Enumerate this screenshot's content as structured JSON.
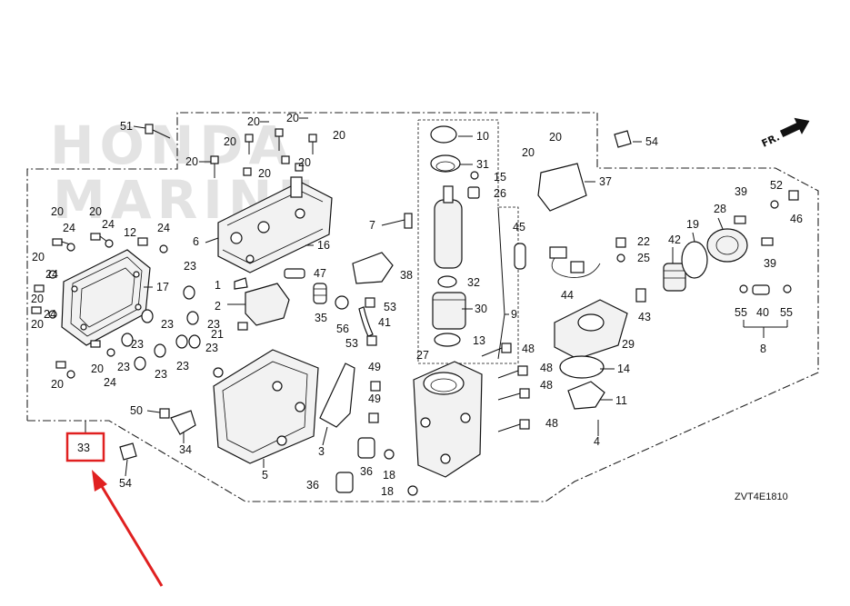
{
  "watermark": {
    "line1": "HONDA",
    "line2": "MARINE"
  },
  "direction_marker": {
    "label": "FR."
  },
  "diagram_code": "ZVT4E1810",
  "highlight": {
    "part_number": "33",
    "box_color": "#e02020",
    "arrow_color": "#e02020"
  },
  "callouts": [
    {
      "id": "51",
      "text": "51"
    },
    {
      "id": "20a",
      "text": "20"
    },
    {
      "id": "20b",
      "text": "20"
    },
    {
      "id": "20c",
      "text": "20"
    },
    {
      "id": "20d",
      "text": "20"
    },
    {
      "id": "20e",
      "text": "20"
    },
    {
      "id": "20f",
      "text": "20"
    },
    {
      "id": "20g",
      "text": "20"
    },
    {
      "id": "20h",
      "text": "20"
    },
    {
      "id": "20i",
      "text": "20"
    },
    {
      "id": "20j",
      "text": "20"
    },
    {
      "id": "20k",
      "text": "20"
    },
    {
      "id": "20l",
      "text": "20"
    },
    {
      "id": "20m",
      "text": "20"
    },
    {
      "id": "20n",
      "text": "20"
    },
    {
      "id": "20o",
      "text": "20"
    },
    {
      "id": "20p",
      "text": "20"
    },
    {
      "id": "24a",
      "text": "24"
    },
    {
      "id": "24b",
      "text": "24"
    },
    {
      "id": "24c",
      "text": "24"
    },
    {
      "id": "24d",
      "text": "24"
    },
    {
      "id": "24e",
      "text": "24"
    },
    {
      "id": "24f",
      "text": "24"
    },
    {
      "id": "12",
      "text": "12"
    },
    {
      "id": "6",
      "text": "6"
    },
    {
      "id": "16",
      "text": "16"
    },
    {
      "id": "17",
      "text": "17"
    },
    {
      "id": "23a",
      "text": "23"
    },
    {
      "id": "23b",
      "text": "23"
    },
    {
      "id": "23c",
      "text": "23"
    },
    {
      "id": "23d",
      "text": "23"
    },
    {
      "id": "23e",
      "text": "23"
    },
    {
      "id": "23f",
      "text": "23"
    },
    {
      "id": "23g",
      "text": "23"
    },
    {
      "id": "23h",
      "text": "23"
    },
    {
      "id": "1",
      "text": "1"
    },
    {
      "id": "2",
      "text": "2"
    },
    {
      "id": "21",
      "text": "21"
    },
    {
      "id": "47",
      "text": "47"
    },
    {
      "id": "35",
      "text": "35"
    },
    {
      "id": "56",
      "text": "56"
    },
    {
      "id": "38",
      "text": "38"
    },
    {
      "id": "53a",
      "text": "53"
    },
    {
      "id": "41",
      "text": "41"
    },
    {
      "id": "53b",
      "text": "53"
    },
    {
      "id": "7",
      "text": "7"
    },
    {
      "id": "10",
      "text": "10"
    },
    {
      "id": "31",
      "text": "31"
    },
    {
      "id": "15",
      "text": "15"
    },
    {
      "id": "26",
      "text": "26"
    },
    {
      "id": "32",
      "text": "32"
    },
    {
      "id": "30",
      "text": "30"
    },
    {
      "id": "9",
      "text": "9"
    },
    {
      "id": "13",
      "text": "13"
    },
    {
      "id": "27",
      "text": "27"
    },
    {
      "id": "37",
      "text": "37"
    },
    {
      "id": "45",
      "text": "45"
    },
    {
      "id": "22",
      "text": "22"
    },
    {
      "id": "25",
      "text": "25"
    },
    {
      "id": "44",
      "text": "44"
    },
    {
      "id": "43",
      "text": "43"
    },
    {
      "id": "29",
      "text": "29"
    },
    {
      "id": "48a",
      "text": "48"
    },
    {
      "id": "48b",
      "text": "48"
    },
    {
      "id": "48c",
      "text": "48"
    },
    {
      "id": "48d",
      "text": "48"
    },
    {
      "id": "14",
      "text": "14"
    },
    {
      "id": "11",
      "text": "11"
    },
    {
      "id": "4",
      "text": "4"
    },
    {
      "id": "49a",
      "text": "49"
    },
    {
      "id": "49b",
      "text": "49"
    },
    {
      "id": "3",
      "text": "3"
    },
    {
      "id": "36a",
      "text": "36"
    },
    {
      "id": "36b",
      "text": "36"
    },
    {
      "id": "18a",
      "text": "18"
    },
    {
      "id": "18b",
      "text": "18"
    },
    {
      "id": "50",
      "text": "50"
    },
    {
      "id": "34",
      "text": "34"
    },
    {
      "id": "5",
      "text": "5"
    },
    {
      "id": "54a",
      "text": "54"
    },
    {
      "id": "54b",
      "text": "54"
    },
    {
      "id": "39a",
      "text": "39"
    },
    {
      "id": "39b",
      "text": "39"
    },
    {
      "id": "52",
      "text": "52"
    },
    {
      "id": "46",
      "text": "46"
    },
    {
      "id": "28",
      "text": "28"
    },
    {
      "id": "19",
      "text": "19"
    },
    {
      "id": "42",
      "text": "42"
    },
    {
      "id": "55a",
      "text": "55"
    },
    {
      "id": "40",
      "text": "40"
    },
    {
      "id": "55b",
      "text": "55"
    },
    {
      "id": "8",
      "text": "8"
    },
    {
      "id": "33",
      "text": "33"
    }
  ]
}
